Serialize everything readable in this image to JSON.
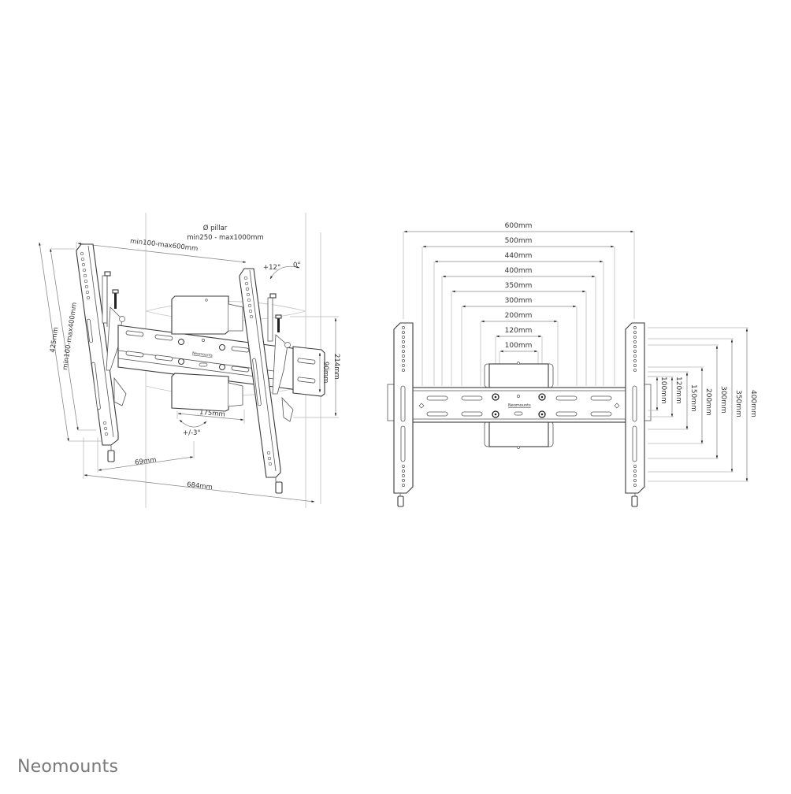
{
  "brand": {
    "name": "Neomounts",
    "color": "#7a7a7a"
  },
  "side_view": {
    "pillar_label_line1": "Ø pillar",
    "pillar_label_line2": "min250 - max1000mm",
    "top_width": "min100-max600mm",
    "tilt_up": "+12°",
    "tilt_zero": "0°",
    "height_total": "425mm",
    "height_range": "min100-max400mm",
    "arm_height": "214mm",
    "arm_inner": "90mm",
    "clamp_width": "175mm",
    "swivel": "+/-3°",
    "offset": "69mm",
    "total_width": "684mm",
    "logo_text": "Neomounts"
  },
  "front_view": {
    "horizontal_vesa": [
      "600mm",
      "500mm",
      "440mm",
      "400mm",
      "350mm",
      "300mm",
      "200mm",
      "120mm",
      "100mm"
    ],
    "vertical_vesa": [
      "100mm",
      "120mm",
      "150mm",
      "200mm",
      "300mm",
      "350mm",
      "400mm"
    ],
    "logo_text": "Neomounts"
  },
  "colors": {
    "line": "#3a3a3a",
    "dimension": "#8a8a8a",
    "text": "#333333",
    "background": "#ffffff"
  }
}
